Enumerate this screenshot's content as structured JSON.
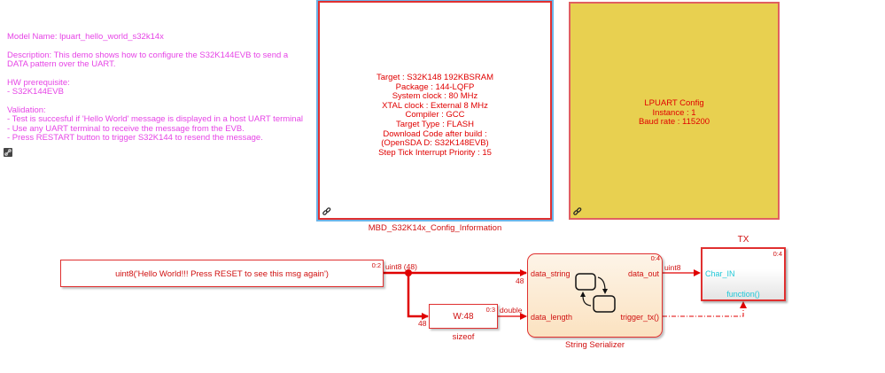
{
  "annotation": {
    "model_name": "Model Name: lpuart_hello_world_s32k14x",
    "description": [
      "Description: This demo shows how to configure the S32K144EVB to send a",
      "DATA pattern over the UART."
    ],
    "hw_prerequisite": [
      "HW prerequisite:",
      "- S32K144EVB"
    ],
    "validation": [
      "Validation:",
      "- Test is succesful if 'Hello World' message is displayed in a host UART terminal",
      "- Use any UART terminal to receive the message from the EVB.",
      "- Press RESTART button to trigger S32K144 to resend the message."
    ]
  },
  "config_info": {
    "lines": [
      "Target : S32K148 192KBSRAM",
      "Package : 144-LQFP",
      "System clock : 80 MHz",
      "XTAL clock : External 8 MHz",
      "Compiler : GCC",
      "Target Type : FLASH",
      "Download Code after build :",
      "(OpenSDA D: S32K148EVB)",
      "Step Tick Interrupt Priority : 15"
    ],
    "block_name": "MBD_S32K14x_Config_Information"
  },
  "lpuart_config": {
    "lines": [
      "LPUART Config",
      "Instance : 1",
      "Baud rate : 115200"
    ]
  },
  "constant_block": {
    "value": "uint8('Hello World!!! Press RESET to see this msg again')",
    "rate": "0:2"
  },
  "sizeof_block": {
    "value": "W:48",
    "rate": "0:3",
    "name": "sizeof"
  },
  "chart_block": {
    "name": "String Serializer",
    "rate": "0:4",
    "inputs": [
      "data_string",
      "data_length"
    ],
    "outputs": [
      "data_out",
      "trigger_tx()"
    ]
  },
  "tx_block": {
    "name": "TX",
    "rate": "0:4",
    "input": "Char_IN",
    "trigger": "function()"
  },
  "signals": {
    "const_out": "uint8 (48)",
    "dim_string": "48",
    "dim_sizeof": "48",
    "sizeof_out": "double",
    "chart_out": "uint8"
  },
  "colors": {
    "block_border": "#e03030",
    "text_red": "#d01010",
    "annotation": "#e644e6",
    "lpuart_fill": "#e8d050",
    "selection_blue": "#6cb4e8",
    "port_cyan": "#20c8d8"
  }
}
